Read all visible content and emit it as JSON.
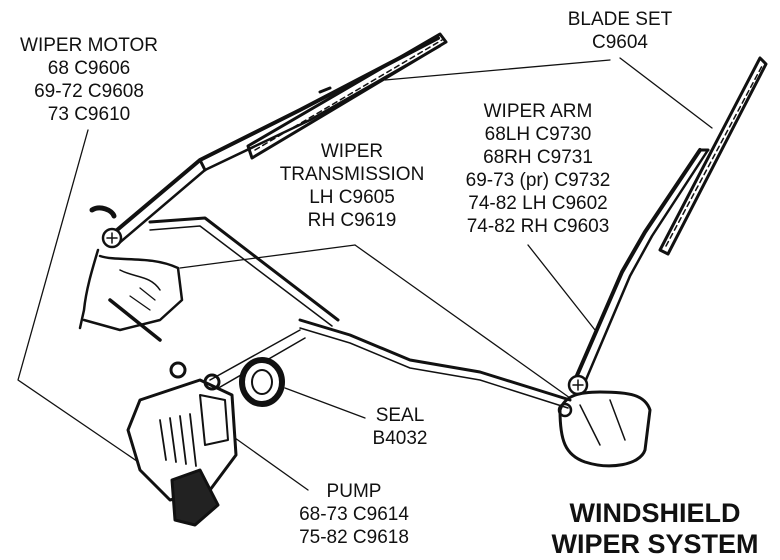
{
  "diagram": {
    "title": [
      "WINDSHIELD",
      "WIPER SYSTEM"
    ],
    "ink_color": "#111111",
    "background_color": "#ffffff",
    "callouts": {
      "wiper_motor": {
        "heading": "WIPER MOTOR",
        "lines": [
          "68  C9606",
          "69-72  C9608",
          "73  C9610"
        ]
      },
      "blade_set": {
        "heading": "BLADE SET",
        "lines": [
          "C9604"
        ]
      },
      "wiper_arm": {
        "heading": "WIPER ARM",
        "lines": [
          "68LH  C9730",
          "68RH  C9731",
          "69-73 (pr) C9732",
          "74-82 LH C9602",
          "74-82 RH C9603"
        ]
      },
      "wiper_transmission": {
        "heading": "WIPER",
        "heading2": "TRANSMISSION",
        "lines": [
          "LH  C9605",
          "RH  C9619"
        ]
      },
      "seal": {
        "heading": "SEAL",
        "lines": [
          "B4032"
        ]
      },
      "pump": {
        "heading": "PUMP",
        "lines": [
          "68-73  C9614",
          "75-82  C9618"
        ]
      }
    }
  }
}
